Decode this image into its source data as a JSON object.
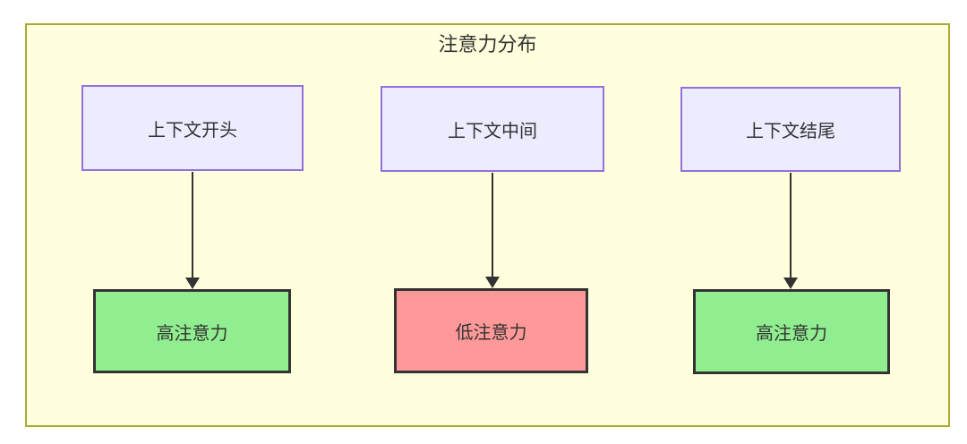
{
  "diagram": {
    "title": "注意力分布",
    "nodes": {
      "context_start": {
        "label": "上下文开头"
      },
      "context_middle": {
        "label": "上下文中间"
      },
      "context_end": {
        "label": "上下文结尾"
      },
      "high_attention_left": {
        "label": "高注意力",
        "level": "high"
      },
      "low_attention_middle": {
        "label": "低注意力",
        "level": "low"
      },
      "high_attention_right": {
        "label": "高注意力",
        "level": "high"
      }
    },
    "edges": [
      {
        "from": "context_start",
        "to": "high_attention_left"
      },
      {
        "from": "context_middle",
        "to": "low_attention_middle"
      },
      {
        "from": "context_end",
        "to": "high_attention_right"
      }
    ],
    "colors": {
      "container_fill": "#ffffde",
      "container_border": "#aaaa33",
      "context_node_fill": "#ececff",
      "context_node_border": "#9370db",
      "high_attention_fill": "#90ee90",
      "low_attention_fill": "#ff9999",
      "status_node_border": "#333333",
      "text": "#333333",
      "arrow": "#333333"
    }
  }
}
